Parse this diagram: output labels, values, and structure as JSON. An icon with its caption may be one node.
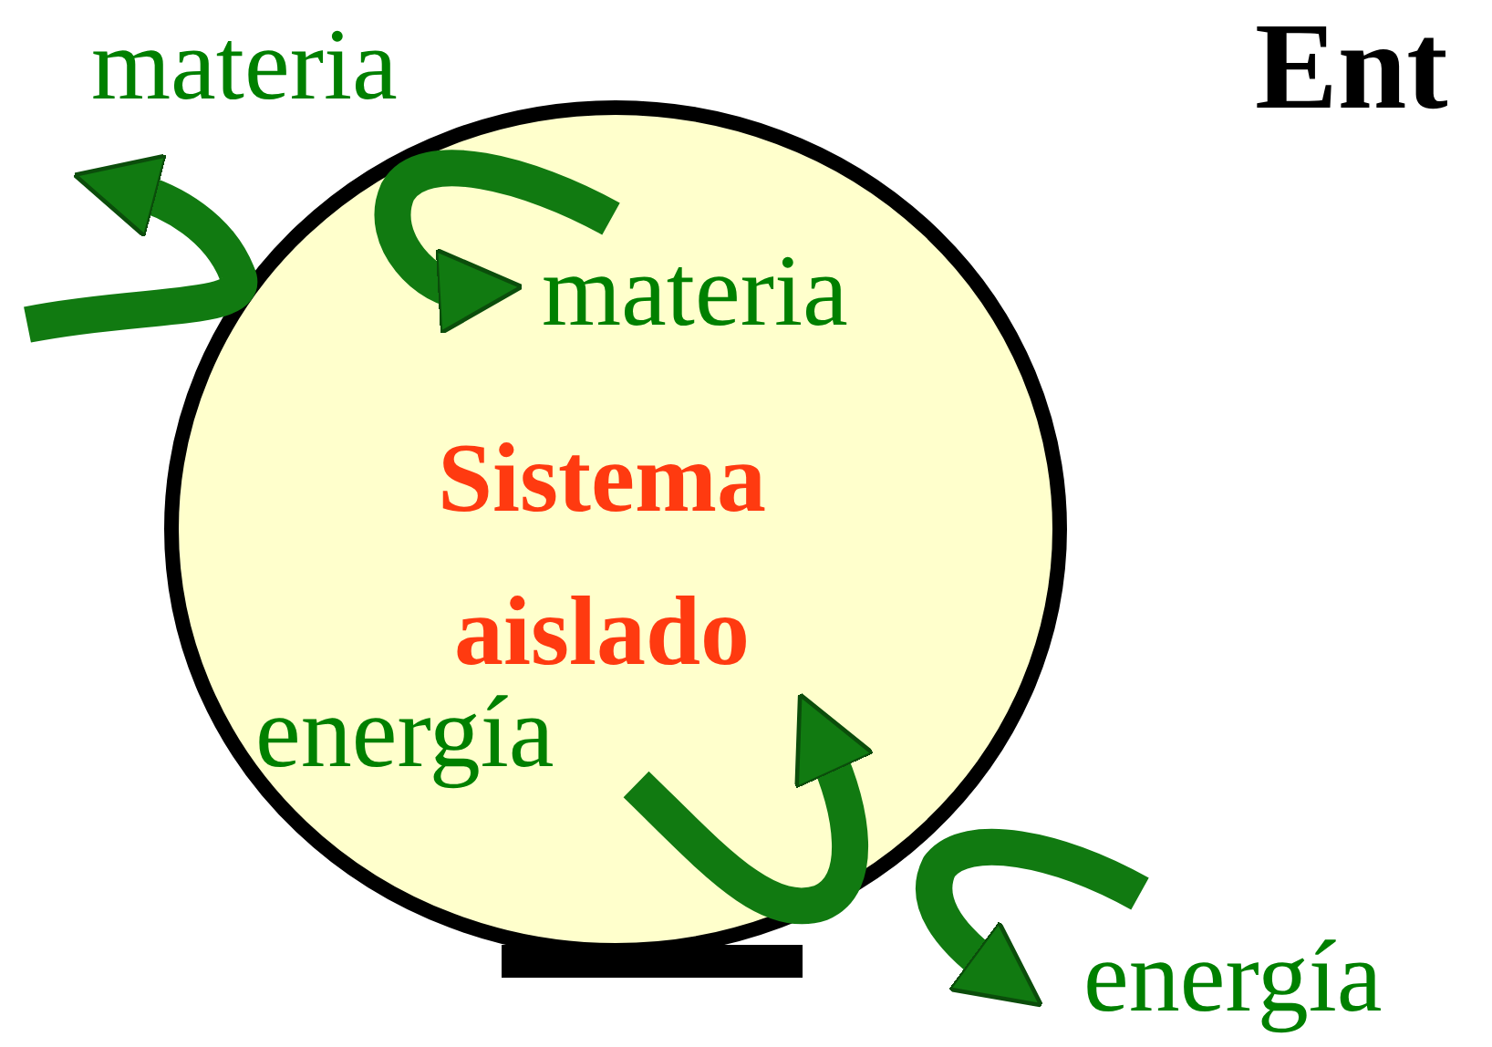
{
  "diagram": {
    "title": "Ent",
    "nodes": [
      {
        "text": [
          "Sistema aislado"
        ]
      },
      {
        "text": [
          "materia"
        ]
      },
      {
        "text": [
          "materia"
        ],
        "in": 0
      },
      {
        "text": [
          "energía"
        ],
        "in": 0
      },
      {
        "text": [
          "energía"
        ]
      }
    ],
    "edges": [
      {
        "from": null,
        "to": 1,
        "arrow": "to"
      },
      {
        "from": null,
        "to": 2,
        "arrow": "to"
      },
      {
        "from": 3,
        "to": null,
        "arrow": "to"
      },
      {
        "from": null,
        "to": 4,
        "arrow": "to"
      }
    ]
  }
}
